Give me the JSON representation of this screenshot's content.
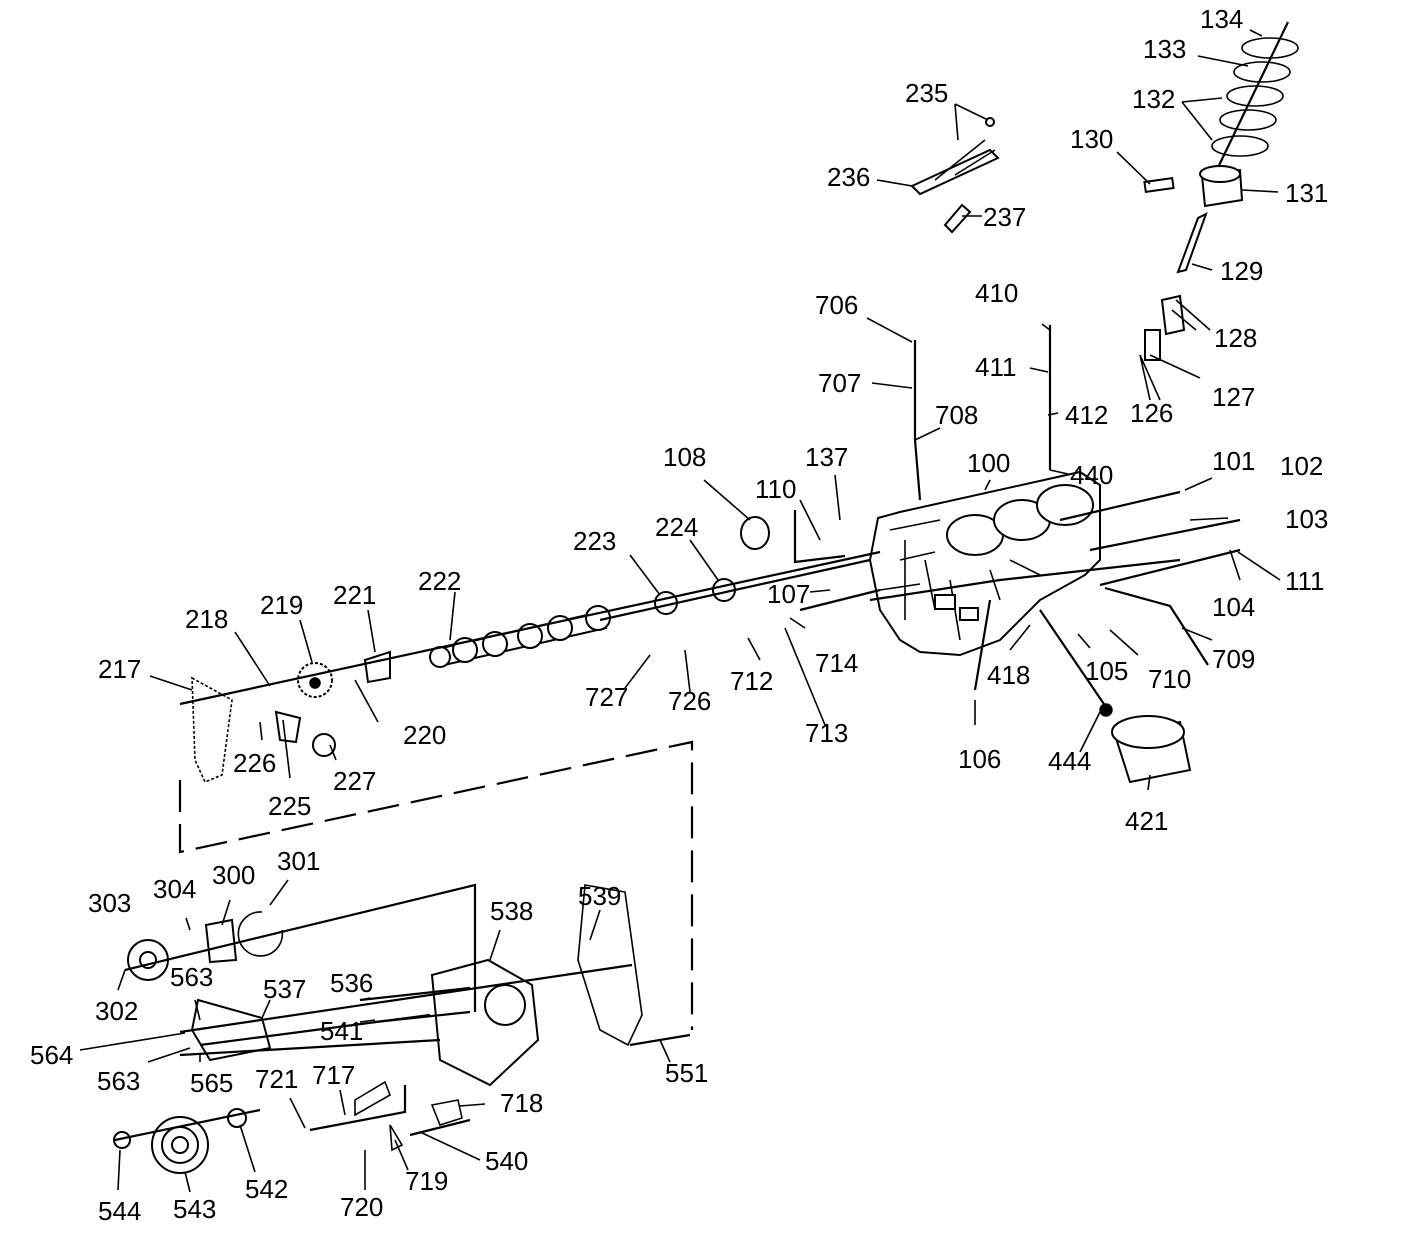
{
  "diagram": {
    "callouts": [
      "100",
      "101",
      "102",
      "103",
      "104",
      "105",
      "106",
      "107",
      "108",
      "110",
      "111",
      "126",
      "127",
      "128",
      "129",
      "130",
      "131",
      "132",
      "133",
      "134",
      "137",
      "217",
      "218",
      "219",
      "220",
      "221",
      "222",
      "223",
      "224",
      "225",
      "226",
      "227",
      "235",
      "236",
      "237",
      "300",
      "301",
      "302",
      "303",
      "304",
      "410",
      "411",
      "412",
      "418",
      "421",
      "440",
      "444",
      "536",
      "537",
      "538",
      "539",
      "540",
      "541",
      "542",
      "543",
      "544",
      "551",
      "563",
      "563",
      "564",
      "565",
      "706",
      "707",
      "708",
      "709",
      "710",
      "712",
      "713",
      "714",
      "717",
      "718",
      "719",
      "720",
      "721",
      "726",
      "727"
    ]
  }
}
